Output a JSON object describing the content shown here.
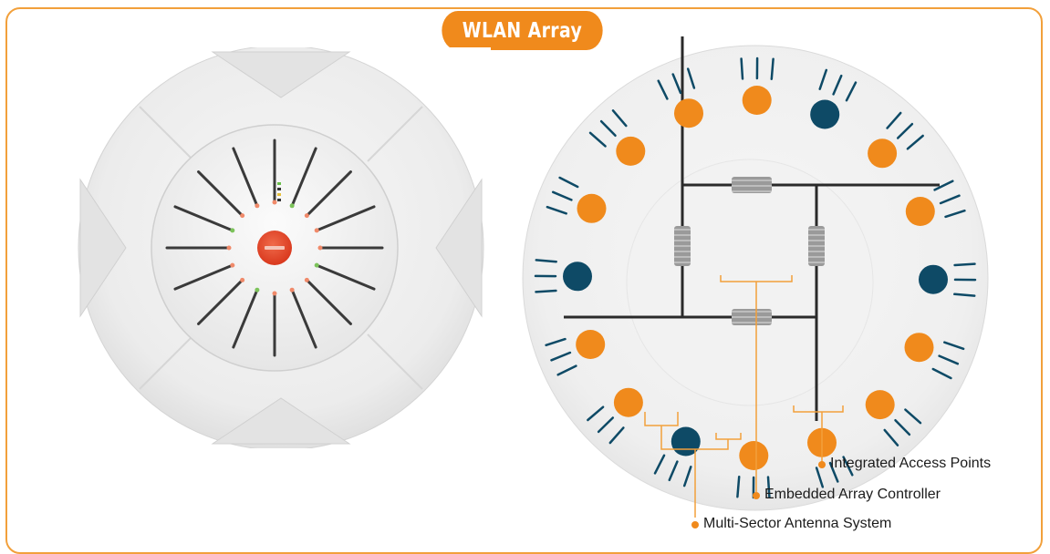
{
  "title": "WLAN Array",
  "colors": {
    "accent": "#F08A1C",
    "frame": "#F2A03B",
    "dark_node": "#0E4A66",
    "device_body": "#EFEFEF",
    "logo_red": "#E8462A"
  },
  "labels": {
    "access_points": "Integrated Access Points",
    "controller": "Embedded Array Controller",
    "antenna": "Multi-Sector Antenna System"
  },
  "photo": {
    "legend_items": [
      "",
      "",
      "",
      ""
    ]
  }
}
